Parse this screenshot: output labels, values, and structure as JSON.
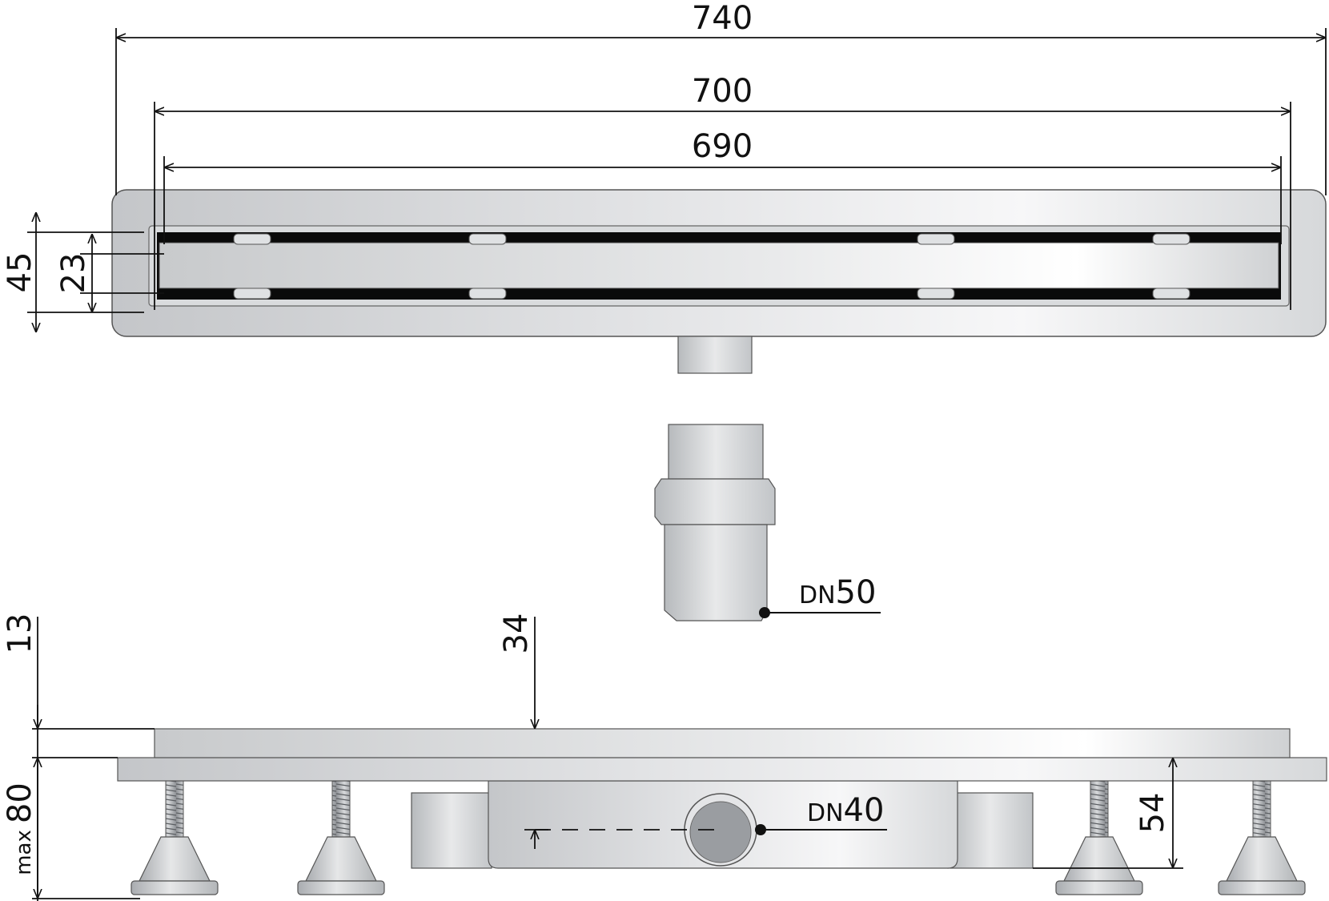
{
  "dimensions": {
    "overall_length": "740",
    "channel_length": "700",
    "grate_length": "690",
    "channel_width": "45",
    "grate_width": "23",
    "grate_height": "13",
    "grate_to_outlet": "34",
    "outlet_height": "54",
    "max_height_prefix": "max",
    "max_height_value": "80"
  },
  "labels": {
    "outlet_small": {
      "prefix": "DN",
      "value": "50"
    },
    "outlet_large": {
      "prefix": "DN",
      "value": "40"
    }
  },
  "colors": {
    "line": "#111111",
    "steel_dark": "#b9bcc0",
    "steel_light": "#f2f3f4",
    "slot": "#0a0a0a"
  }
}
